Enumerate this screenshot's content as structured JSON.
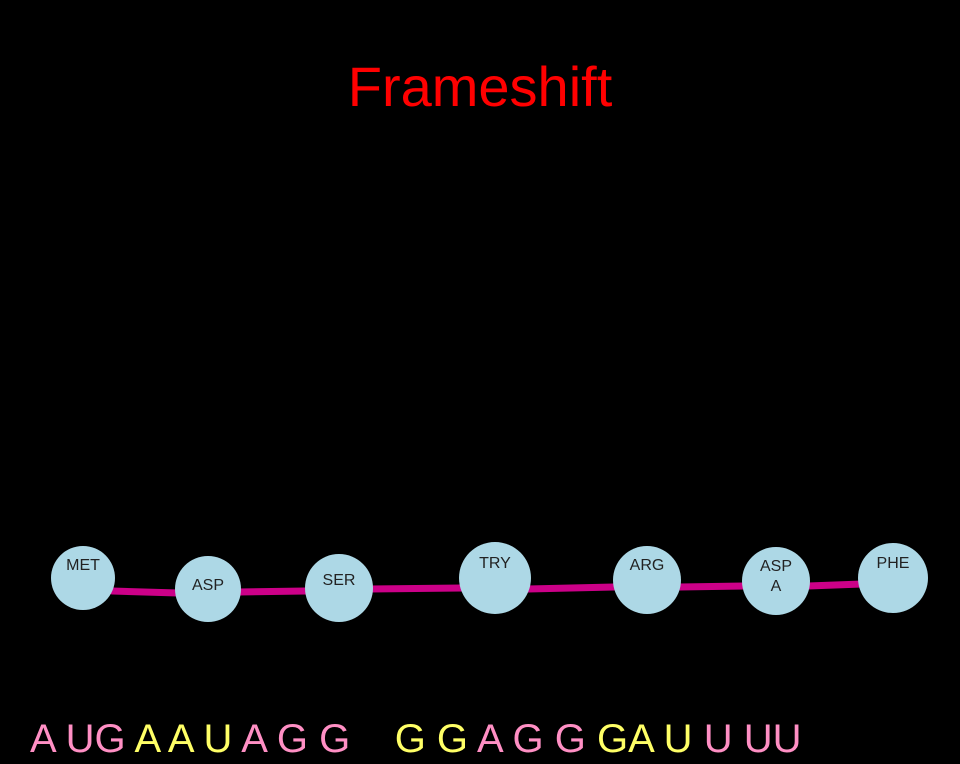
{
  "title": "Frameshift",
  "colors": {
    "background": "#000000",
    "title": "#ff0000",
    "chain": "#cc0088",
    "bead": "#add8e6",
    "bead_text": "#222222",
    "base_pink": "#ff8fc4",
    "base_yellow": "#ffff66"
  },
  "amino_acids": [
    {
      "label": "MET"
    },
    {
      "label": "ASP"
    },
    {
      "label": "SER"
    },
    {
      "label": "TRY"
    },
    {
      "label": "ARG"
    },
    {
      "label": "ASP",
      "sub": "A"
    },
    {
      "label": "PHE"
    }
  ],
  "sequence": [
    {
      "text": "A UG ",
      "color": "pink"
    },
    {
      "text": "A A U ",
      "color": "yellow"
    },
    {
      "text": "A G G",
      "color": "pink"
    },
    {
      "text": "    ",
      "color": "pink"
    },
    {
      "text": "G G ",
      "color": "yellow"
    },
    {
      "text": "A G G ",
      "color": "pink"
    },
    {
      "text": "GA U ",
      "color": "yellow"
    },
    {
      "text": "U UU",
      "color": "pink"
    }
  ]
}
